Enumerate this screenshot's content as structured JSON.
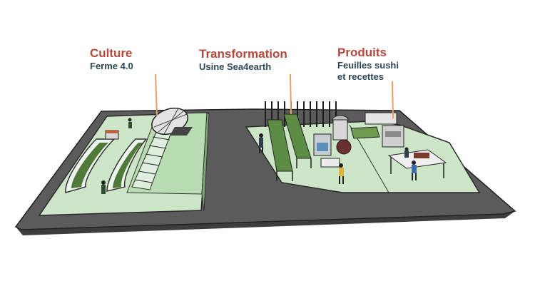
{
  "labels": {
    "culture": {
      "title": "Culture",
      "subtitle": "Ferme 4.0"
    },
    "transformation": {
      "title": "Transformation",
      "subtitle": "Usine Sea4earth"
    },
    "produits": {
      "title": "Produits",
      "subtitle_line1": "Feuilles sushi",
      "subtitle_line2": "et recettes"
    }
  },
  "colors": {
    "title_red": "#b5473b",
    "subtitle_dark": "#2f4858",
    "leader_orange": "#e8a064",
    "ground_gray": "#555555",
    "zone_green": "#cfe8cf",
    "tank_green": "#4f7a3a"
  }
}
